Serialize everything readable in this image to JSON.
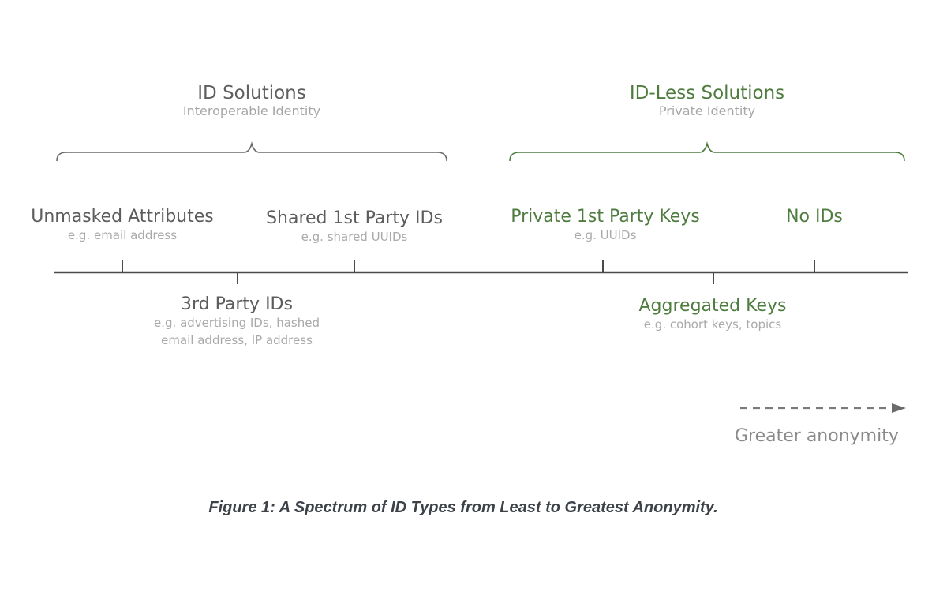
{
  "groups": {
    "id_solutions": {
      "title": "ID Solutions",
      "subtitle": "Interoperable Identity",
      "color": "#6a6a6a"
    },
    "id_less_solutions": {
      "title": "ID-Less Solutions",
      "subtitle": "Private Identity",
      "color": "#4e7c3f"
    }
  },
  "spectrum": {
    "items": [
      {
        "label": "Unmasked Attributes",
        "example": "e.g. email address",
        "position": "above",
        "group": "id_solutions"
      },
      {
        "label": "3rd Party IDs",
        "example_lines": [
          "e.g. advertising IDs, hashed",
          "email address, IP address"
        ],
        "position": "below",
        "group": "id_solutions"
      },
      {
        "label": "Shared 1st Party IDs",
        "example": "e.g. shared UUIDs",
        "position": "above",
        "group": "id_solutions"
      },
      {
        "label": "Private 1st Party Keys",
        "example": "e.g. UUIDs",
        "position": "above",
        "group": "id_less_solutions"
      },
      {
        "label": "Aggregated Keys",
        "example": "e.g. cohort keys, topics",
        "position": "below",
        "group": "id_less_solutions"
      },
      {
        "label": "No IDs",
        "example": "",
        "position": "above",
        "group": "id_less_solutions"
      }
    ]
  },
  "legend": {
    "arrow": "dashed-arrow-right",
    "label": "Greater anonymity"
  },
  "caption": "Figure 1: A Spectrum of ID Types from Least to Greatest Anonymity.",
  "colors": {
    "axis": "#4a4a4a",
    "green": "#4e7c3f",
    "gray_text": "#5c5c5c",
    "light_text": "#a9a9a9"
  }
}
